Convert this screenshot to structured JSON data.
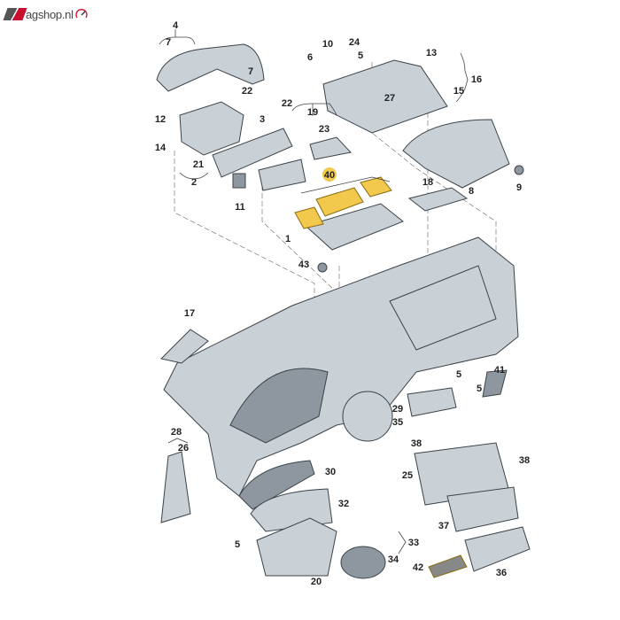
{
  "logo": {
    "text": "agshop.nl"
  },
  "highlight_color": "#f2c94c",
  "labels": [
    "4",
    "7",
    "7",
    "22",
    "22",
    "3",
    "19",
    "23",
    "12",
    "14",
    "21",
    "2",
    "11",
    "10",
    "6",
    "24",
    "5",
    "13",
    "16",
    "15",
    "27",
    "40",
    "8",
    "9",
    "18",
    "1",
    "43",
    "17",
    "41",
    "5",
    "5",
    "29",
    "35",
    "38",
    "28",
    "26",
    "30",
    "25",
    "38",
    "32",
    "37",
    "33",
    "5",
    "34",
    "20",
    "42",
    "36"
  ]
}
